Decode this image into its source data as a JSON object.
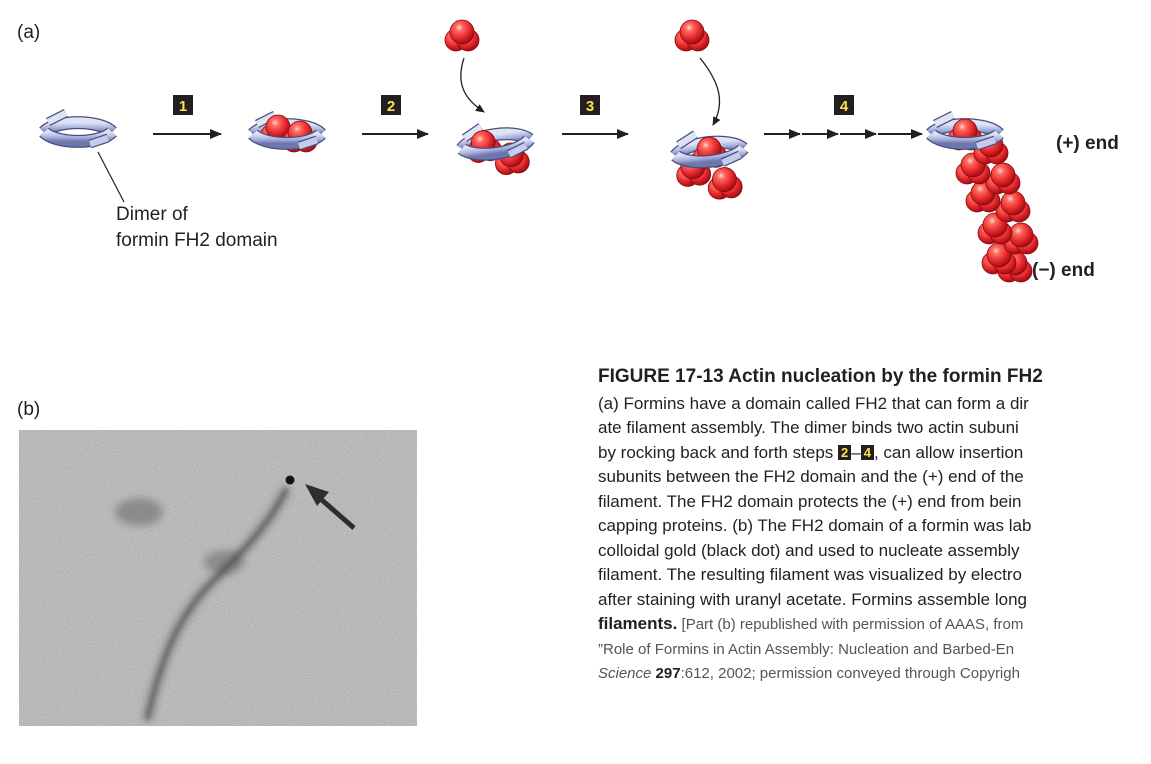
{
  "part_a": {
    "label": "(a)",
    "steps": [
      "1",
      "2",
      "3",
      "4"
    ],
    "dimer_label_line1": "Dimer of",
    "dimer_label_line2": "formin FH2 domain",
    "plus_end_label": "(+) end",
    "minus_end_label": "(−) end"
  },
  "part_b": {
    "label": "(b)"
  },
  "caption": {
    "heading": "FIGURE 17-13  Actin nucleation by the formin FH2",
    "line1": "(a) Formins have a domain called FH2 that can form a dir",
    "line2": "ate filament assembly. The dimer binds two actin subuni",
    "line3_pre": "by rocking back and forth steps ",
    "line3_step_a": "2",
    "line3_dash": "–",
    "line3_step_b": "4",
    "line3_post": ", can allow insertion",
    "line4": "subunits between the FH2 domain and the (+) end of the",
    "line5": "filament. The FH2 domain protects the (+) end from bein",
    "line6": "capping proteins. (b) The FH2 domain of a formin was lab",
    "line7": "colloidal gold (black dot) and used to nucleate assembly",
    "line8": "filament. The resulting filament was visualized by electro",
    "line9": "after staining with uranyl acetate. Formins assemble long",
    "line10_bold": "filaments.",
    "line10_rest": " [Part (b) republished with permission of AAAS, from",
    "line11": "”Role of Formins in Actin Assembly: Nucleation and Barbed-En",
    "line12_journal": "Science",
    "line12_volume": "297",
    "line12_rest": ":612, 2002; permission conveyed through Copyrigh"
  },
  "colors": {
    "text": "#231f20",
    "step_badge_bg": "#231f20",
    "step_badge_text": "#ffe14a",
    "actin_red": "#e3262b",
    "formin_purple": "#a9b2de",
    "formin_outline": "#4a4f7a",
    "micrograph_gray": "#a8a8a8"
  },
  "icons": [
    "formin-dimer-ring",
    "actin-subunit",
    "reaction-arrow",
    "pointer-arrow"
  ]
}
